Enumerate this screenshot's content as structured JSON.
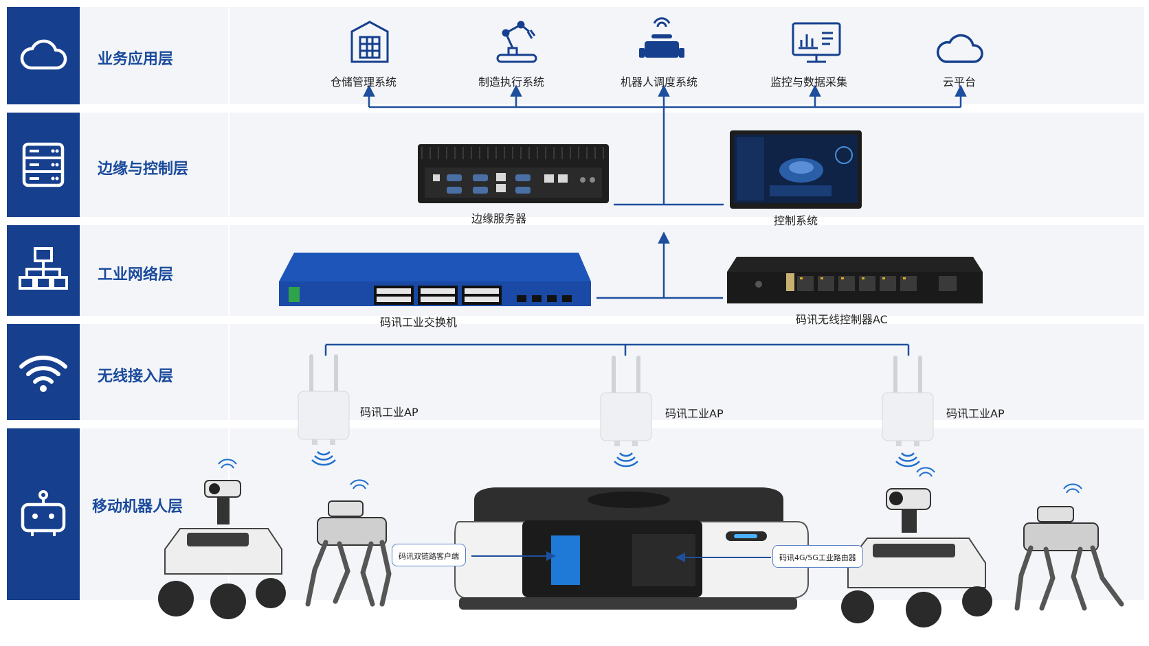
{
  "layers": [
    {
      "title": "业务应用层",
      "icon": "cloud-icon"
    },
    {
      "title": "边缘与控制层",
      "icon": "server-icon"
    },
    {
      "title": "工业网络层",
      "icon": "network-icon"
    },
    {
      "title": "无线接入层",
      "icon": "wifi-icon"
    },
    {
      "title": "移动机器人层",
      "icon": "robot-icon"
    }
  ],
  "business_apps": [
    {
      "label": "仓储管理系统",
      "icon": "warehouse-icon"
    },
    {
      "label": "制造执行系统",
      "icon": "robot-arm-icon"
    },
    {
      "label": "机器人调度系统",
      "icon": "robot-dispatch-icon"
    },
    {
      "label": "监控与数据采集",
      "icon": "monitor-chart-icon"
    },
    {
      "label": "云平台",
      "icon": "cloud-platform-icon"
    }
  ],
  "edge": {
    "server_label": "边缘服务器",
    "control_label": "控制系统"
  },
  "network": {
    "switch_label": "码讯工业交换机",
    "ac_label": "码讯无线控制器AC"
  },
  "wireless": {
    "ap_labels": [
      "码讯工业AP",
      "码讯工业AP",
      "码讯工业AP"
    ]
  },
  "robots": {
    "client_label": "码讯双链路客户端",
    "router_label": "码讯4G/5G工业路由器"
  },
  "colors": {
    "primary": "#163f8e",
    "line": "#1e4f9e",
    "panel": "#f3f5f8"
  }
}
